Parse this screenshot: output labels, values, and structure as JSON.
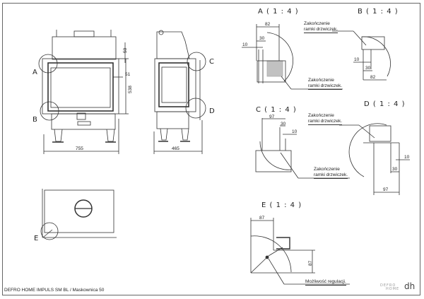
{
  "drawing": {
    "title": "DEFRO HOME IMPULS SM BL / Maskownica 50",
    "logo_text": "DEFRO",
    "logo_sub": "HOME",
    "logo_mark": "dh"
  },
  "views": {
    "front": {
      "callouts": [
        "A",
        "B"
      ],
      "dims": {
        "width": "755",
        "height": "538",
        "top_offset": "50",
        "side_offset": "51"
      }
    },
    "side": {
      "callouts": [
        "C",
        "D"
      ],
      "dims": {
        "depth": "465"
      }
    },
    "top": {
      "callouts": [
        "E"
      ]
    }
  },
  "details": {
    "A": {
      "title": "A ( 1 : 4 )",
      "dims": [
        "82",
        "30",
        "10"
      ],
      "notes": [
        "Zakończenie ramki drzwiczek.",
        "Zakończenie ramki drzwiczek."
      ]
    },
    "B": {
      "title": "B ( 1 : 4 )",
      "dims": [
        "10",
        "30",
        "82"
      ]
    },
    "C": {
      "title": "C ( 1 : 4 )",
      "dims": [
        "97",
        "30",
        "10"
      ],
      "notes": [
        "Zakończenie ramki drzwiczek.",
        "Zakończenie ramki drzwiczek."
      ]
    },
    "D": {
      "title": "D ( 1 : 4 )",
      "dims": [
        "10",
        "30",
        "97"
      ]
    },
    "E": {
      "title": "E ( 1 : 4 )",
      "dims": [
        "87",
        "87"
      ],
      "notes": [
        "Możliwość regulacji."
      ]
    }
  },
  "labels": {
    "note_line1": "Zakończenie",
    "note_line2": "ramki drzwiczek.",
    "regulation": "Możliwość regulacji."
  }
}
